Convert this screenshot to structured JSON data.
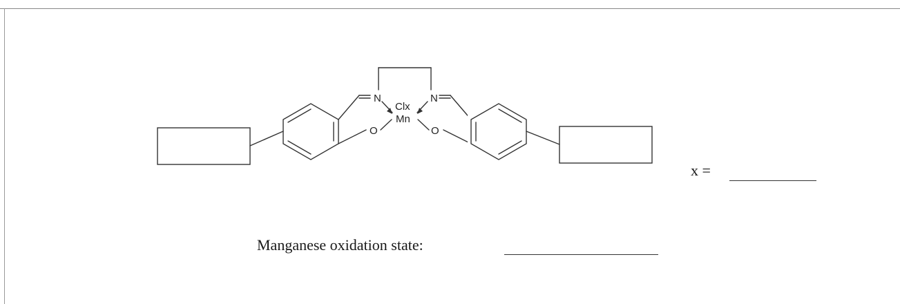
{
  "structure": {
    "atom_cl": "Clx",
    "atom_mn": "Mn",
    "atom_n_left": "N",
    "atom_n_right": "N",
    "atom_o_left": "O",
    "atom_o_right": "O"
  },
  "questions": {
    "x_label": "x =",
    "oxidation_label": "Manganese oxidation state:"
  }
}
